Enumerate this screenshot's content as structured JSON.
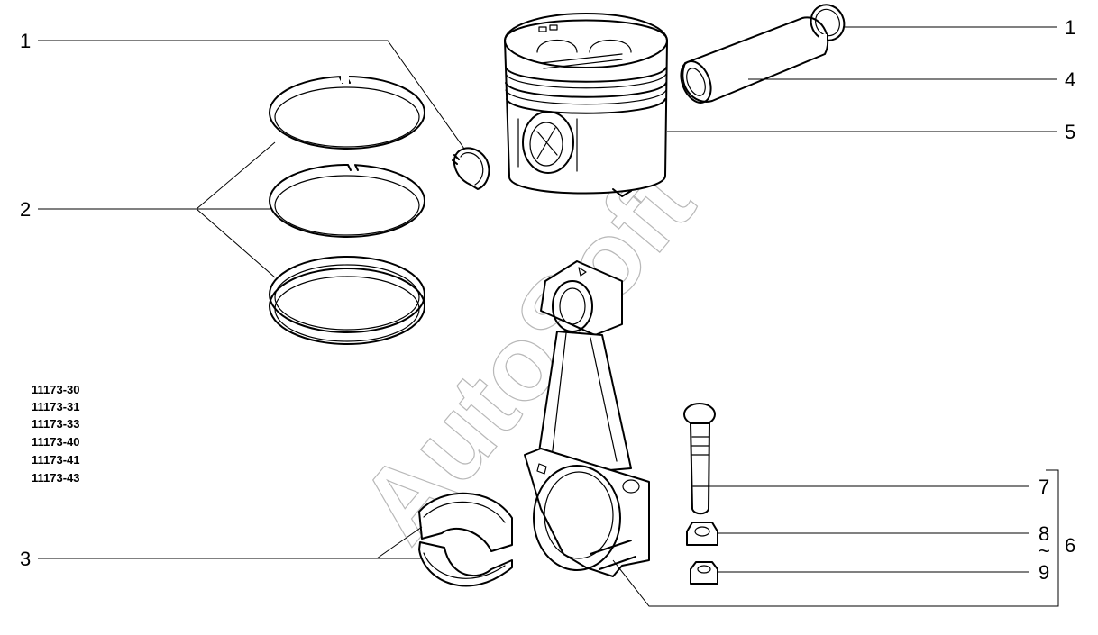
{
  "watermark": "AutoSoft",
  "part_codes": [
    "11173-30",
    "11173-31",
    "11173-33",
    "11173-40",
    "11173-41",
    "11173-43"
  ],
  "callouts": {
    "left_ring_1": "1",
    "right_ring_1": "1",
    "piston_rings": "2",
    "bearing_shells": "3",
    "piston_pin": "4",
    "piston": "5",
    "rod_set": "6",
    "rod_bolt": "7",
    "nut_8": "8",
    "tilde": "~",
    "nut_9": "9"
  }
}
